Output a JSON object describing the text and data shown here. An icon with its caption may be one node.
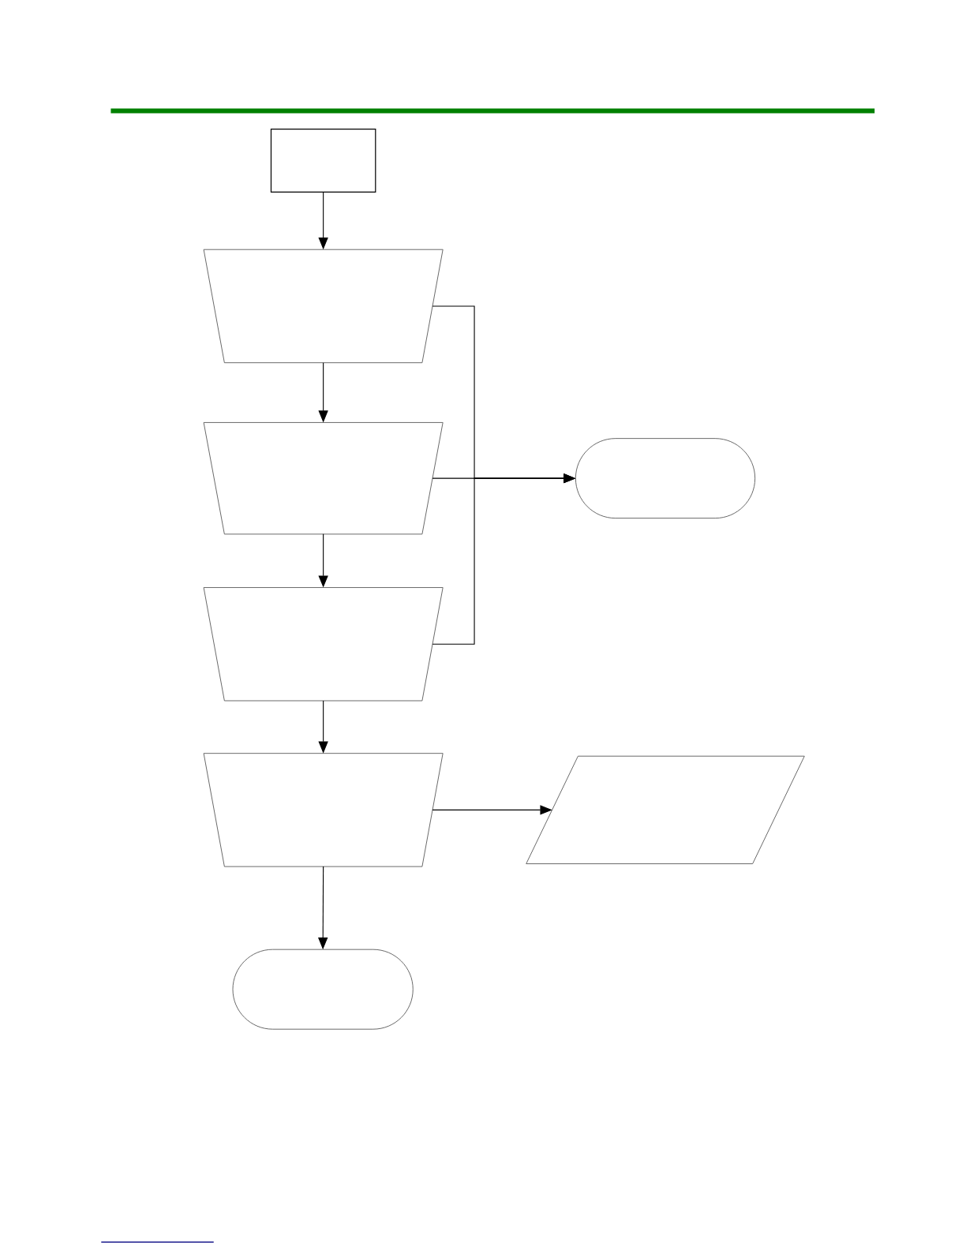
{
  "diagram": {
    "nodes": [
      {
        "text": [],
        "shape": "box"
      },
      {
        "text": [],
        "shape": "trapezoid"
      },
      {
        "text": [],
        "shape": "trapezoid"
      },
      {
        "text": [],
        "shape": "oval"
      },
      {
        "text": [],
        "shape": "trapezoid"
      },
      {
        "text": [],
        "shape": "trapezoid"
      },
      {
        "text": [],
        "shape": "parallelogram"
      },
      {
        "text": [],
        "shape": "oval"
      }
    ],
    "edges": [
      {
        "from": 0,
        "to": 1,
        "arrow": "to"
      },
      {
        "from": 1,
        "to": 2,
        "arrow": "to"
      },
      {
        "from": 2,
        "to": 4,
        "arrow": "to"
      },
      {
        "from": 4,
        "to": 5,
        "arrow": "to"
      },
      {
        "from": 5,
        "to": 7,
        "arrow": "to"
      },
      {
        "from": 2,
        "to": 3,
        "arrow": "to"
      },
      {
        "from": 1,
        "to": 3,
        "arrow": "to"
      },
      {
        "from": 4,
        "to": 3,
        "arrow": "to"
      },
      {
        "from": 5,
        "to": 6,
        "arrow": "to"
      }
    ]
  }
}
